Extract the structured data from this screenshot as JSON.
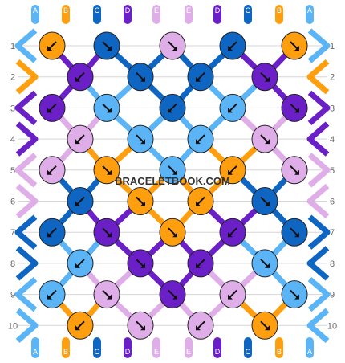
{
  "colors": {
    "A": "#5ab4f5",
    "B": "#ff9f0f",
    "C": "#0e66c2",
    "D": "#6b1fc7",
    "E": "#dfaee8"
  },
  "top_labels": [
    "A",
    "B",
    "C",
    "D",
    "E",
    "E",
    "D",
    "C",
    "B",
    "A"
  ],
  "bottom_labels": [
    "A",
    "B",
    "C",
    "D",
    "E",
    "E",
    "D",
    "C",
    "B",
    "A"
  ],
  "row_labels": [
    "1",
    "2",
    "3",
    "4",
    "5",
    "6",
    "7",
    "8",
    "9",
    "10"
  ],
  "watermark": "BRACELETBOOK.COM",
  "knots": [
    [
      "B",
      "C",
      "E",
      "C",
      "B"
    ],
    [
      "D",
      "C",
      "C",
      "D"
    ],
    [
      "D",
      "A",
      "C",
      "A",
      "D"
    ],
    [
      "E",
      "A",
      "A",
      "E"
    ],
    [
      "E",
      "B",
      "A",
      "B",
      "E"
    ],
    [
      "C",
      "B",
      "B",
      "C"
    ],
    [
      "C",
      "D",
      "B",
      "D",
      "C"
    ],
    [
      "A",
      "D",
      "D",
      "A"
    ],
    [
      "A",
      "E",
      "D",
      "E",
      "A"
    ],
    [
      "B",
      "E",
      "E",
      "B"
    ]
  ],
  "arrows": [
    [
      "sw",
      "se",
      "se",
      "sw",
      "se"
    ],
    [
      "sw",
      "se",
      "sw",
      "se"
    ],
    [
      "sw",
      "se",
      "sw",
      "sw",
      "se"
    ],
    [
      "sw",
      "se",
      "sw",
      "se"
    ],
    [
      "sw",
      "se",
      "se",
      "sw",
      "se"
    ],
    [
      "sw",
      "se",
      "sw",
      "se"
    ],
    [
      "sw",
      "se",
      "se",
      "sw",
      "se"
    ],
    [
      "sw",
      "se",
      "sw",
      "se"
    ],
    [
      "sw",
      "se",
      "se",
      "sw",
      "se"
    ],
    [
      "sw",
      "se",
      "sw",
      "se"
    ]
  ]
}
